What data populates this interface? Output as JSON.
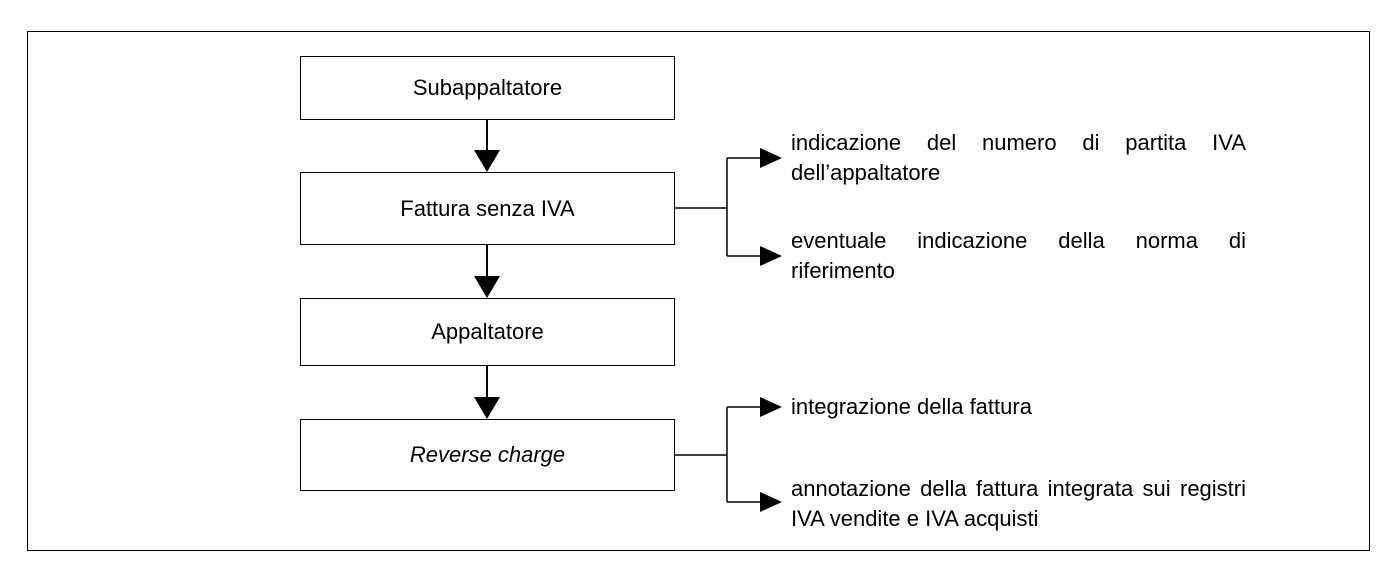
{
  "flow": {
    "boxes": [
      {
        "label": "Subappaltatore"
      },
      {
        "label": "Fattura senza IVA"
      },
      {
        "label": "Appaltatore"
      },
      {
        "label": "Reverse charge"
      }
    ]
  },
  "branches": {
    "fattura": [
      {
        "text": "indicazione del numero di partita IVA dell’appaltatore"
      },
      {
        "text": "eventuale indicazione della norma di riferimento"
      }
    ],
    "reverse": [
      {
        "text": "integrazione della fattura"
      },
      {
        "text": "annotazione della fattura integrata sui registri IVA vendite e IVA acquisti"
      }
    ]
  }
}
